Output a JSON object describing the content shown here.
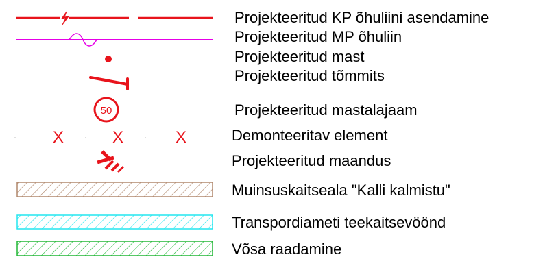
{
  "legend": {
    "colors": {
      "red": "#e8141c",
      "magenta": "#e600e6",
      "brown": "#b0876c",
      "cyan": "#22e6ef",
      "green": "#21b735",
      "dot": "#c8c8c8"
    },
    "items": [
      {
        "label": "Projekteeritud KP õhuliini asendamine",
        "symbol": "red-line-with-bolt",
        "color": "red"
      },
      {
        "label": "Projekteeritud MP õhuliin",
        "symbol": "magenta-line-with-wave",
        "color": "magenta"
      },
      {
        "label": "Projekteeritud mast",
        "symbol": "mast-dot",
        "color": "red"
      },
      {
        "label": "Projekteeritud tõmmits",
        "symbol": "guy-wire",
        "color": "red"
      },
      {
        "label": "Projekteeritud mastalajaam",
        "symbol": "substation-circle",
        "color": "red",
        "value": "50"
      },
      {
        "label": "Demonteeritav element",
        "symbol": "x-marks",
        "color": "red",
        "marks": [
          "X",
          "X",
          "X"
        ]
      },
      {
        "label": "Projekteeritud maandus",
        "symbol": "grounding",
        "color": "red"
      },
      {
        "label": "Muinsuskaitseala \"Kalli kalmistu\"",
        "symbol": "hatched-area",
        "color": "brown"
      },
      {
        "label": "Transpordiameti teekaitsevöönd",
        "symbol": "hatched-area",
        "color": "cyan"
      },
      {
        "label": "Võsa raadamine",
        "symbol": "hatched-area",
        "color": "green"
      }
    ]
  }
}
